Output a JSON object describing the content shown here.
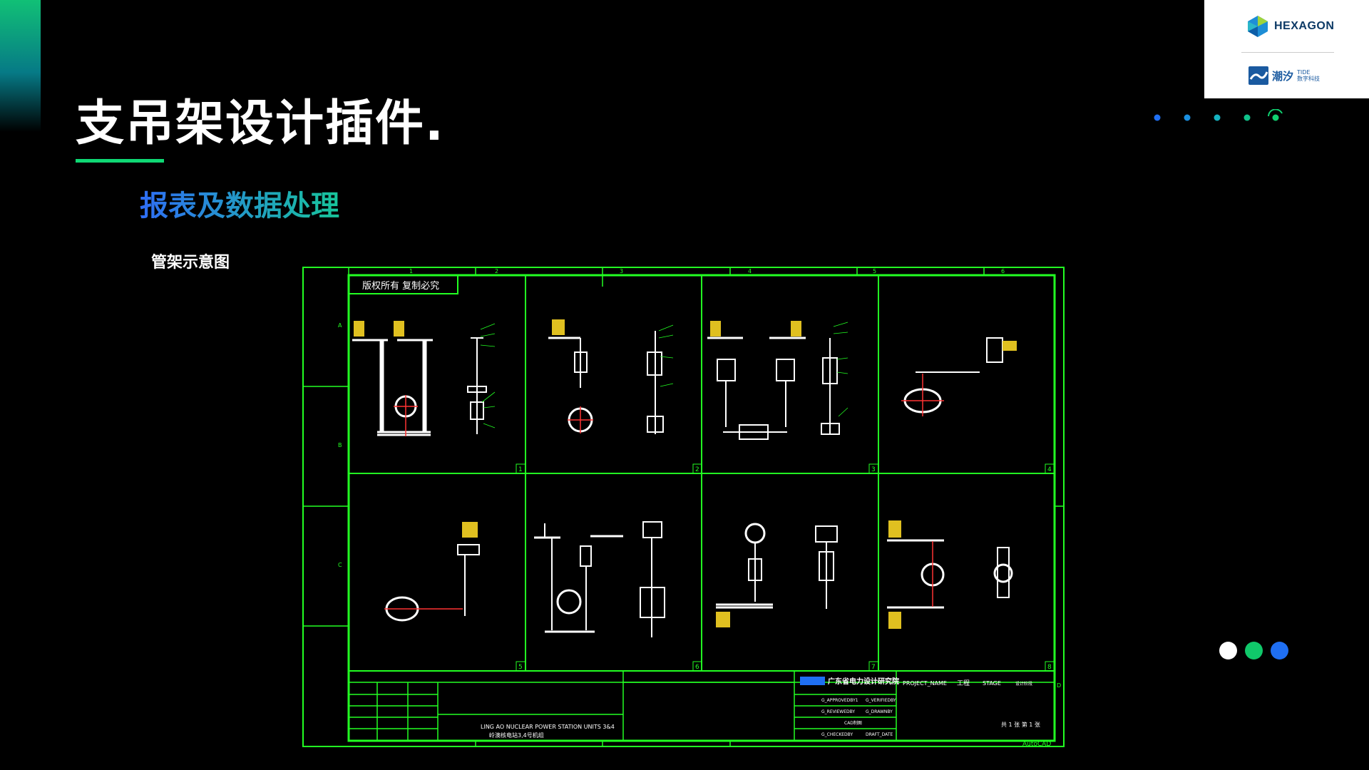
{
  "slide": {
    "title": "支吊架设计插件.",
    "subtitle": "报表及数据处理",
    "caption": "管架示意图"
  },
  "logos": {
    "hexagon": "HEXAGON",
    "tide_cn": "潮汐",
    "tide_en": "TIDE",
    "tide_sub": "数字科技"
  },
  "colors": {
    "background": "#000000",
    "accent_green": "#0fd874",
    "subtitle_gradient": [
      "#2f6df6",
      "#17c59a"
    ],
    "cad_line": "#22ff22",
    "dot_white": "#ffffff",
    "dot_green": "#10c86a",
    "dot_blue": "#1f6ff2"
  },
  "drawing": {
    "copyright": "版权所有 复制必究",
    "column_numbers": [
      "1",
      "2",
      "3",
      "4",
      "5",
      "6"
    ],
    "row_letters": [
      "A",
      "B",
      "C",
      "D"
    ],
    "panel_numbers": [
      "1",
      "2",
      "3",
      "4",
      "5",
      "6",
      "7",
      "8"
    ],
    "company": "广东省电力设计研究院",
    "project_label": "PROJECT_NAME",
    "project_value": "工程",
    "stage_label": "STAGE",
    "stage_value": "设计阶段",
    "station_en": "LING AO NUCLEAR POWER STATION UNITS 3&4",
    "station_cn": "岭澳核电站3,4号机组",
    "approved": "G_APPROVEDBY1",
    "reviewed": "G_REVIEWEDBY",
    "checked": "G_CHECKEDBY",
    "verified": "G_VERIFIEDBY",
    "drawn": "G_DRAWNBY",
    "draft_date": "DRAFT_DATE",
    "cad_label": "CAD制图",
    "sheet_info": "共 1 张 第 1 张",
    "autocad": "AutoCAD"
  },
  "pagination_dots": [
    "white",
    "green",
    "blue"
  ]
}
